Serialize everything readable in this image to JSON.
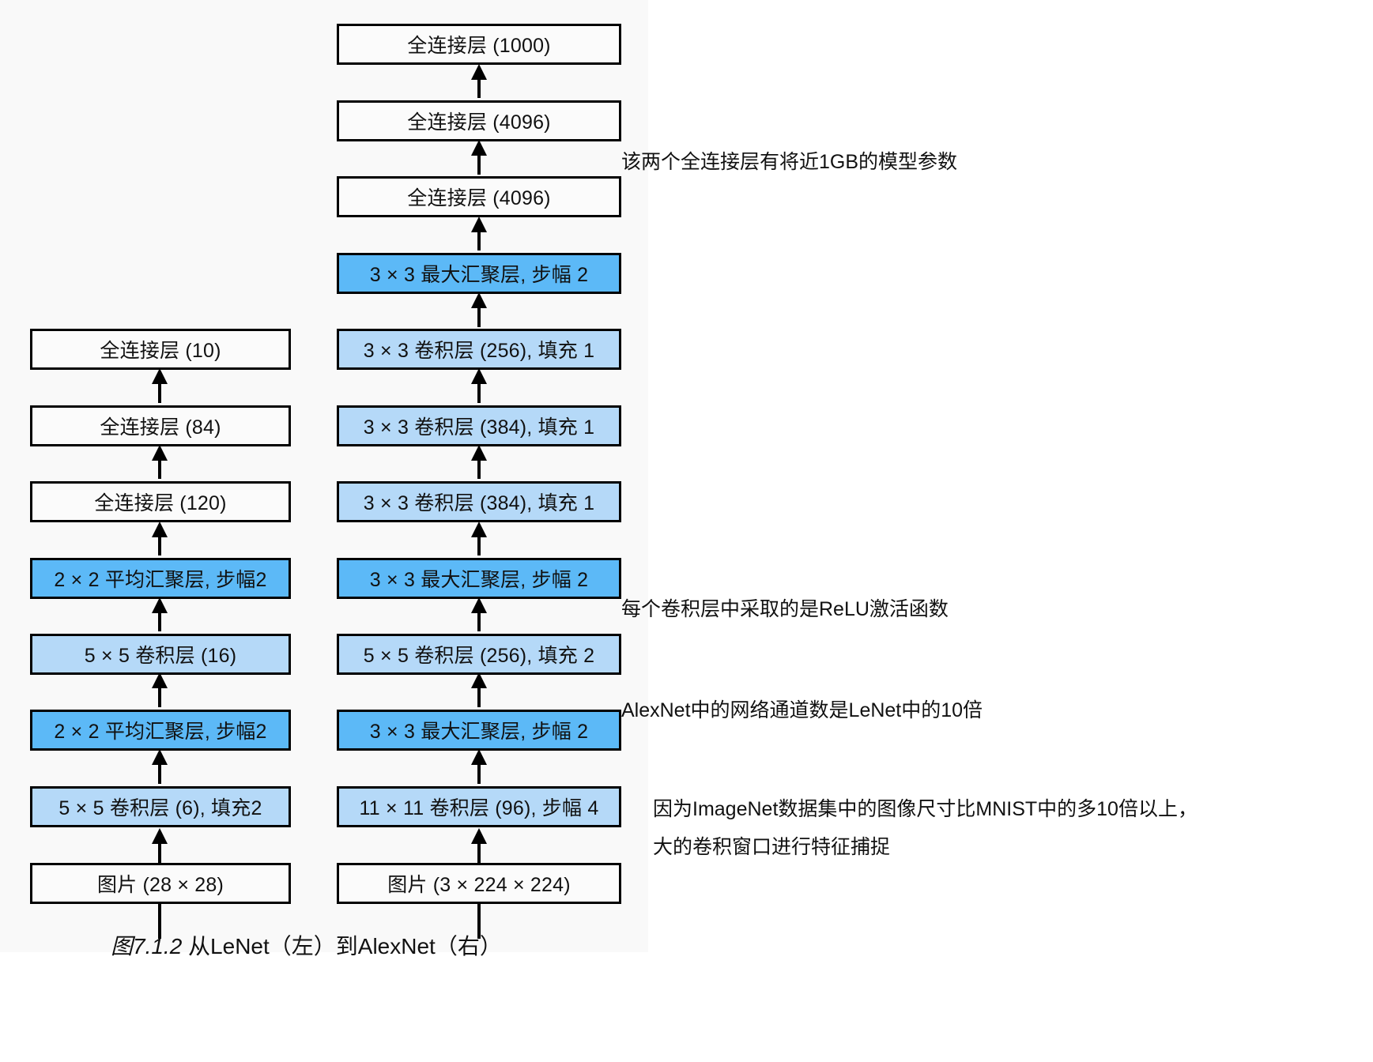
{
  "figure": {
    "caption_italic": "图7.1.2",
    "caption_rest": " 从LeNet（左）到AlexNet（右）"
  },
  "colors": {
    "conv_fill": "#b5d9f8",
    "pool_fill": "#5cb9f7",
    "plain_fill": "#fbfbfb",
    "stroke": "#000000",
    "panel_bg": "#f9f9f9",
    "page_bg": "#ffffff",
    "text": "#111111"
  },
  "chart_data": {
    "type": "diagram",
    "title": "图7.1.2 从LeNet（左）到AlexNet（右）",
    "orientation": "bottom-to-top flow",
    "columns": [
      {
        "name": "LeNet",
        "position": "left",
        "layers": [
          {
            "index": 0,
            "label": "图片 (28 × 28)",
            "kind": "input"
          },
          {
            "index": 1,
            "label": "5 × 5 卷积层 (6), 填充2",
            "kind": "conv"
          },
          {
            "index": 2,
            "label": "2 × 2 平均汇聚层, 步幅2",
            "kind": "pool"
          },
          {
            "index": 3,
            "label": "5 × 5 卷积层 (16)",
            "kind": "conv"
          },
          {
            "index": 4,
            "label": "2 × 2 平均汇聚层, 步幅2",
            "kind": "pool"
          },
          {
            "index": 5,
            "label": "全连接层 (120)",
            "kind": "fc"
          },
          {
            "index": 6,
            "label": "全连接层 (84)",
            "kind": "fc"
          },
          {
            "index": 7,
            "label": "全连接层 (10)",
            "kind": "fc"
          }
        ]
      },
      {
        "name": "AlexNet",
        "position": "right",
        "layers": [
          {
            "index": 0,
            "label": "图片 (3 × 224 × 224)",
            "kind": "input"
          },
          {
            "index": 1,
            "label": "11 × 11 卷积层 (96), 步幅 4",
            "kind": "conv"
          },
          {
            "index": 2,
            "label": "3 × 3 最大汇聚层, 步幅 2",
            "kind": "pool"
          },
          {
            "index": 3,
            "label": "5 × 5 卷积层 (256), 填充 2",
            "kind": "conv"
          },
          {
            "index": 4,
            "label": "3 × 3 最大汇聚层, 步幅 2",
            "kind": "pool"
          },
          {
            "index": 5,
            "label": "3 × 3 卷积层 (384), 填充 1",
            "kind": "conv"
          },
          {
            "index": 6,
            "label": "3 × 3 卷积层 (384), 填充 1",
            "kind": "conv"
          },
          {
            "index": 7,
            "label": "3 × 3 卷积层 (256), 填充 1",
            "kind": "conv"
          },
          {
            "index": 8,
            "label": "3 × 3 最大汇聚层, 步幅 2",
            "kind": "pool"
          },
          {
            "index": 9,
            "label": "全连接层 (4096)",
            "kind": "fc"
          },
          {
            "index": 10,
            "label": "全连接层 (4096)",
            "kind": "fc"
          },
          {
            "index": 11,
            "label": "全连接层 (1000)",
            "kind": "fc"
          }
        ]
      }
    ],
    "annotations": [
      {
        "id": "fc-params",
        "text": "该两个全连接层有将近1GB的模型参数"
      },
      {
        "id": "relu",
        "text": "每个卷积层中采取的是ReLU激活函数"
      },
      {
        "id": "channels",
        "text": "AlexNet中的网络通道数是LeNet中的10倍"
      },
      {
        "id": "imagenet-line1",
        "text": "因为ImageNet数据集中的图像尺寸比MNIST中的多10倍以上，"
      },
      {
        "id": "imagenet-line2",
        "text": "大的卷积窗口进行特征捕捉"
      }
    ]
  }
}
